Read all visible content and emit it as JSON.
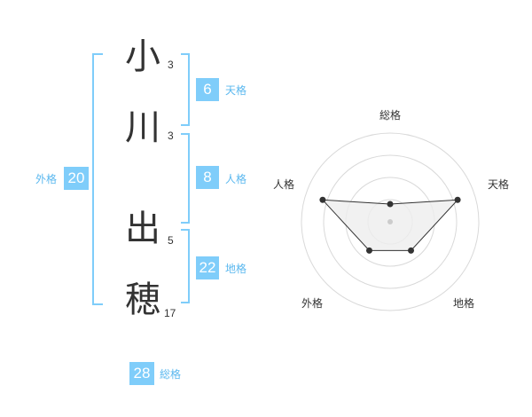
{
  "name": {
    "chars": [
      {
        "char": "小",
        "strokes": "3"
      },
      {
        "char": "川",
        "strokes": "3"
      },
      {
        "char": "出",
        "strokes": "5"
      },
      {
        "char": "穂",
        "strokes": "17"
      }
    ]
  },
  "fortunes": {
    "tenkaku": {
      "value": "6",
      "label": "天格"
    },
    "jinkaku": {
      "value": "8",
      "label": "人格"
    },
    "chikaku": {
      "value": "22",
      "label": "地格"
    },
    "gaikaku": {
      "value": "20",
      "label": "外格"
    },
    "soukaku": {
      "value": "28",
      "label": "総格"
    }
  },
  "chart_data": {
    "type": "radar",
    "axes": [
      "総格",
      "天格",
      "地格",
      "外格",
      "人格"
    ],
    "values": [
      1,
      4,
      2,
      2,
      4
    ],
    "max": 5,
    "rings": 4,
    "colors": {
      "fill": "#eeeeee",
      "line": "#333333",
      "ring": "#d9d9d9",
      "center": "#cccccc"
    }
  }
}
